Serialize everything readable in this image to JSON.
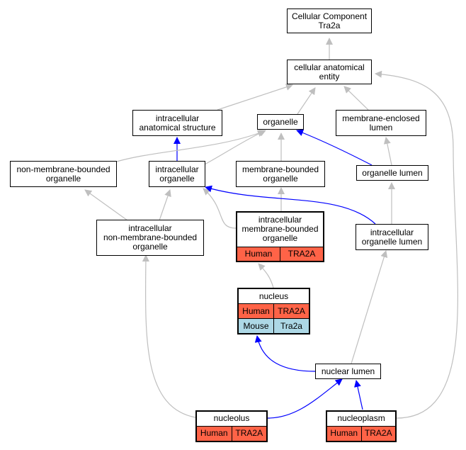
{
  "colors": {
    "gray_edge": "#bfbfbf",
    "blue_edge": "#0000ff",
    "human": "#ff6347",
    "mouse": "#add8e6"
  },
  "nodes": {
    "cc": "Cellular Component\nTra2a",
    "cae": "cellular anatomical\nentity",
    "ias": "intracellular\nanatomical structure",
    "organelle": "organelle",
    "mel": "membrane-enclosed\nlumen",
    "nmbo": "non-membrane-bounded\norganelle",
    "io": "intracellular\norganelle",
    "mbo": "membrane-bounded\norganelle",
    "ol": "organelle lumen",
    "inmbo": "intracellular\nnon-membrane-bounded\norganelle",
    "imbo": "intracellular\nmembrane-bounded\norganelle",
    "iol": "intracellular\norganelle lumen",
    "nucleus": "nucleus",
    "nl": "nuclear lumen",
    "nucleolus": "nucleolus",
    "nucleoplasm": "nucleoplasm"
  },
  "annotations": {
    "imbo": [
      {
        "species": "Human",
        "gene": "TRA2A"
      }
    ],
    "nucleus": [
      {
        "species": "Human",
        "gene": "TRA2A"
      },
      {
        "species": "Mouse",
        "gene": "Tra2a"
      }
    ],
    "nucleolus": [
      {
        "species": "Human",
        "gene": "TRA2A"
      }
    ],
    "nucleoplasm": [
      {
        "species": "Human",
        "gene": "TRA2A"
      }
    ]
  }
}
